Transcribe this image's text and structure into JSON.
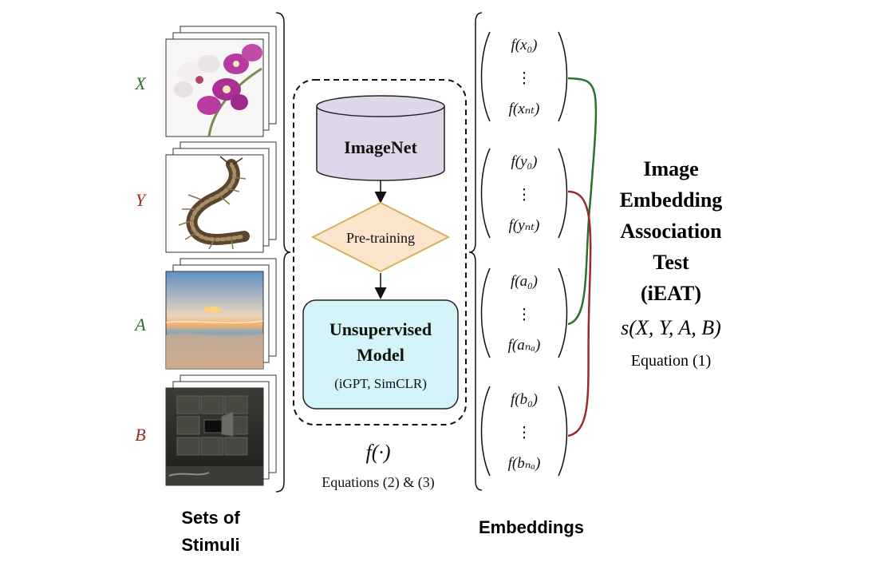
{
  "stimuli": {
    "sets": [
      {
        "label": "X",
        "color": "#2e6e2e",
        "image": "orchid-flowers"
      },
      {
        "label": "Y",
        "color": "#9a2b2b",
        "image": "centipede"
      },
      {
        "label": "A",
        "color": "#2e6e2e",
        "image": "sunset-beach"
      },
      {
        "label": "B",
        "color": "#9a2b2b",
        "image": "morgue-lockers"
      }
    ],
    "caption_line1": "Sets of",
    "caption_line2": "Stimuli"
  },
  "model": {
    "dataset_label": "ImageNet",
    "step_label": "Pre-training",
    "model_line1": "Unsupervised",
    "model_line2": "Model",
    "model_examples": "(iGPT, SimCLR)",
    "function_label": "f(·)",
    "equations_label": "Equations (2) & (3)",
    "colors": {
      "dataset_fill": "#e0d6ea",
      "step_fill": "#fbe3cc",
      "step_stroke": "#d4b25a",
      "model_fill": "#d3f4f9"
    }
  },
  "embeddings": {
    "caption": "Embeddings",
    "vectors": [
      {
        "top": "f(x₀)",
        "bottom": "f(xₙₜ)"
      },
      {
        "top": "f(y₀)",
        "bottom": "f(yₙₜ)"
      },
      {
        "top": "f(a₀)",
        "bottom": "f(aₙₐ)"
      },
      {
        "top": "f(b₀)",
        "bottom": "f(bₙₐ)"
      }
    ],
    "dots": "⋮",
    "link_colors": {
      "green": "#2e6e2e",
      "red": "#9a2b2b"
    }
  },
  "test": {
    "title_lines": [
      "Image",
      "Embedding",
      "Association",
      "Test",
      "(iEAT)"
    ],
    "formula": "s(X, Y, A, B)",
    "equation_label": "Equation (1)"
  }
}
